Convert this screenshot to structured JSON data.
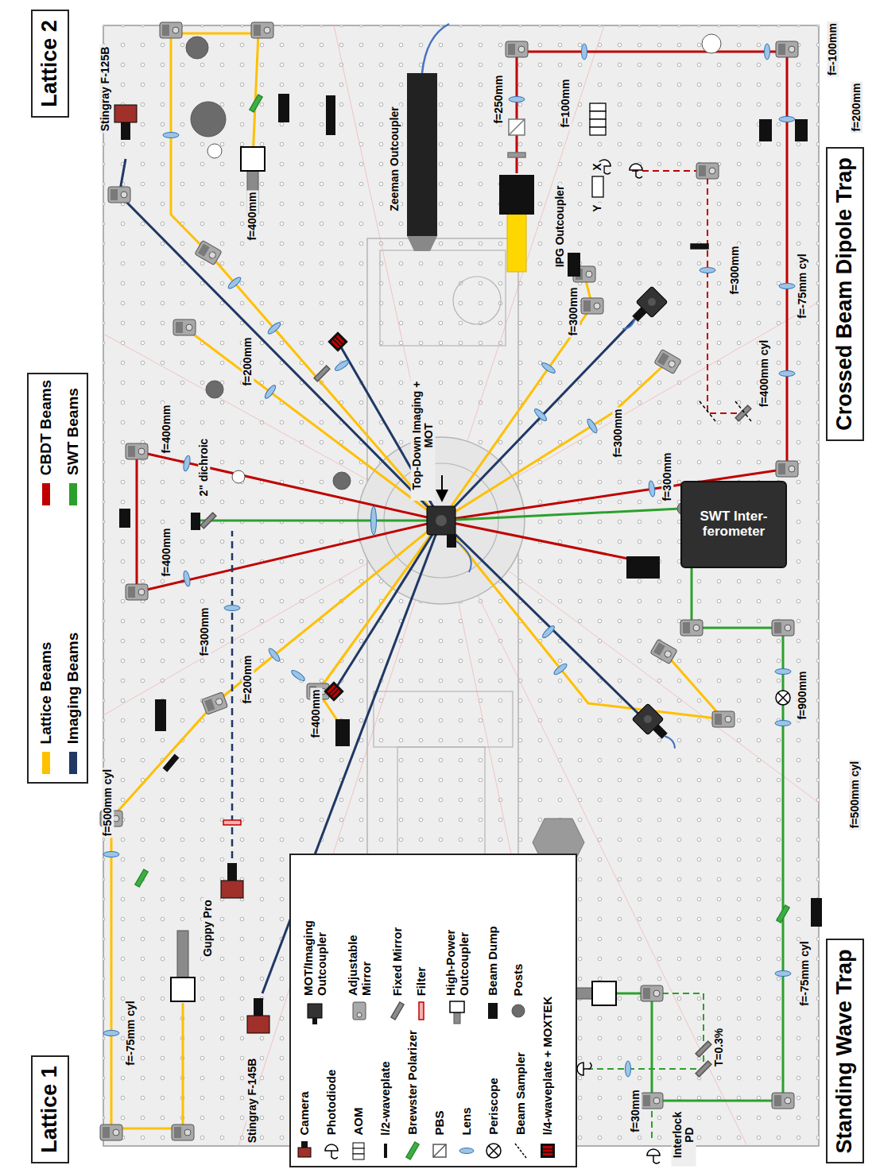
{
  "diagram": {
    "nodes": [
      {
        "text": [
          "Lattice 2"
        ]
      },
      {
        "text": [
          "Lattice 1"
        ]
      },
      {
        "text": [
          "Crossed Beam Dipole Trap"
        ]
      },
      {
        "text": [
          "Standing Wave Trap"
        ]
      },
      {
        "text": [
          "SWT Inter- ferometer"
        ]
      }
    ],
    "labels": [
      "Stingray F-125B",
      "f=400mm",
      "f=200mm",
      "2\" dichroic",
      "f=400mm",
      "f=400mm",
      "f=300mm",
      "f=200mm",
      "f=500mm cyl",
      "f=400mm",
      "Guppy Pro",
      "f=-75mm cyl",
      "Stingray F-145B",
      "Top-Down Imaging + MOT",
      "Zeeman Outcoupler",
      "IPG Outcoupler",
      "f=250mm",
      "f=100mm",
      "X",
      "Y",
      "f=-100mm",
      "f=200mm",
      "f=-75mm cyl",
      "f=300mm",
      "f=300mm",
      "f=400mm cyl",
      "f=300mm",
      "f=300mm",
      "f=900mm",
      "f=500mm cyl",
      "f=-75mm cyl",
      "T=0.3%",
      "f=30mm",
      "Interlock PD"
    ],
    "legend": [
      {
        "text": "Lattice Beams",
        "color": "#ffc000"
      },
      {
        "text": "Imaging Beams",
        "color": "#1f3864"
      },
      {
        "text": "CBDT Beams",
        "color": "#c00000"
      },
      {
        "text": "SWT Beams",
        "color": "#2ca02c"
      },
      {
        "text": "Camera"
      },
      {
        "text": "Photodiode"
      },
      {
        "text": "AOM"
      },
      {
        "text": "l/2-waveplate"
      },
      {
        "text": "Brewster Polarizer"
      },
      {
        "text": "PBS"
      },
      {
        "text": "Lens"
      },
      {
        "text": "Periscope"
      },
      {
        "text": "Beam Sampler"
      },
      {
        "text": "l/4-waveplate + MOXTEK"
      },
      {
        "text": "MOT/Imaging Outcoupler"
      },
      {
        "text": "Adjustable Mirror"
      },
      {
        "text": "Fixed Mirror"
      },
      {
        "text": "Filter"
      },
      {
        "text": "High-Power Outcoupler"
      },
      {
        "text": "Beam Dump"
      },
      {
        "text": "Posts"
      }
    ]
  }
}
